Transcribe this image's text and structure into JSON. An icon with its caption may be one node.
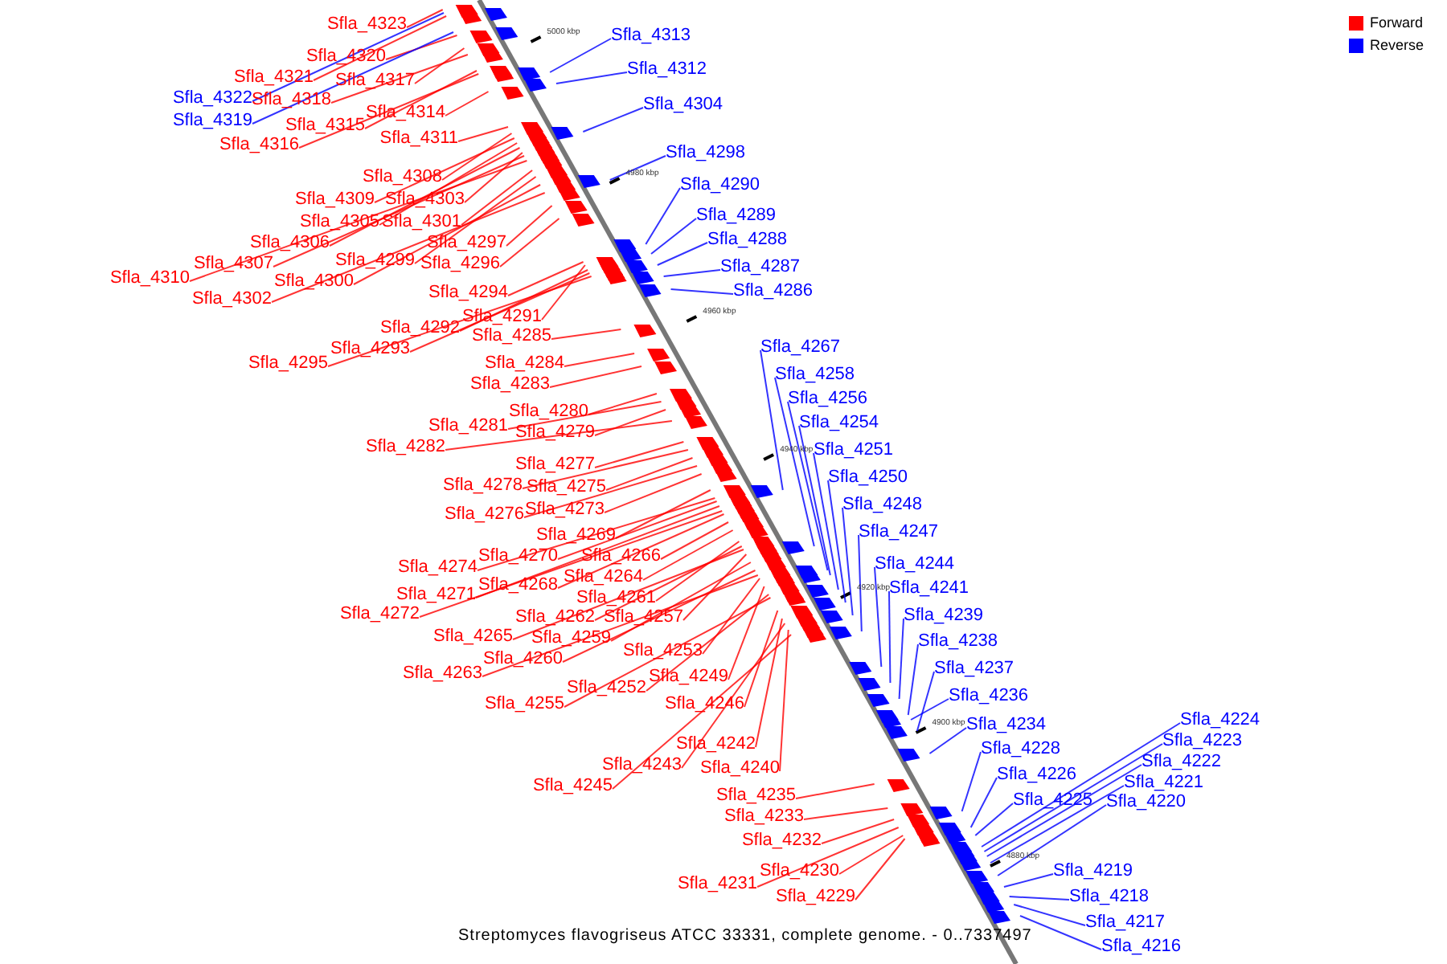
{
  "diagram": {
    "caption": "Streptomyces flavogriseus ATCC 33331, complete genome. - 0..7337497",
    "nodes": [
      {
        "text": [
          "Sfla_4323"
        ]
      },
      {
        "text": [
          "Sfla_4320"
        ]
      },
      {
        "text": [
          "Sfla_4321"
        ]
      },
      {
        "text": [
          "Sfla_4317"
        ]
      },
      {
        "text": [
          "Sfla_4318"
        ]
      },
      {
        "text": [
          "Sfla_4322"
        ]
      },
      {
        "text": [
          "Sfla_4319"
        ]
      },
      {
        "text": [
          "Sfla_4315"
        ]
      },
      {
        "text": [
          "Sfla_4314"
        ]
      },
      {
        "text": [
          "Sfla_4316"
        ]
      },
      {
        "text": [
          "Sfla_4311"
        ]
      },
      {
        "text": [
          "Sfla_4308"
        ]
      },
      {
        "text": [
          "Sfla_4309"
        ]
      },
      {
        "text": [
          "Sfla_4303"
        ]
      },
      {
        "text": [
          "Sfla_4305"
        ]
      },
      {
        "text": [
          "Sfla_4301"
        ]
      },
      {
        "text": [
          "Sfla_4306"
        ]
      },
      {
        "text": [
          "Sfla_4297"
        ]
      },
      {
        "text": [
          "Sfla_4307"
        ]
      },
      {
        "text": [
          "Sfla_4299"
        ]
      },
      {
        "text": [
          "Sfla_4296"
        ]
      },
      {
        "text": [
          "Sfla_4310"
        ]
      },
      {
        "text": [
          "Sfla_4300"
        ]
      },
      {
        "text": [
          "Sfla_4302"
        ]
      },
      {
        "text": [
          "Sfla_4294"
        ]
      },
      {
        "text": [
          "Sfla_4291"
        ]
      },
      {
        "text": [
          "Sfla_4292"
        ]
      },
      {
        "text": [
          "Sfla_4285"
        ]
      },
      {
        "text": [
          "Sfla_4293"
        ]
      },
      {
        "text": [
          "Sfla_4295"
        ]
      },
      {
        "text": [
          "Sfla_4284"
        ]
      },
      {
        "text": [
          "Sfla_4283"
        ]
      },
      {
        "text": [
          "Sfla_4280"
        ]
      },
      {
        "text": [
          "Sfla_4281"
        ]
      },
      {
        "text": [
          "Sfla_4279"
        ]
      },
      {
        "text": [
          "Sfla_4282"
        ]
      },
      {
        "text": [
          "Sfla_4277"
        ]
      },
      {
        "text": [
          "Sfla_4278"
        ]
      },
      {
        "text": [
          "Sfla_4275"
        ]
      },
      {
        "text": [
          "Sfla_4276"
        ]
      },
      {
        "text": [
          "Sfla_4273"
        ]
      },
      {
        "text": [
          "Sfla_4269"
        ]
      },
      {
        "text": [
          "Sfla_4274"
        ]
      },
      {
        "text": [
          "Sfla_4270"
        ]
      },
      {
        "text": [
          "Sfla_4266"
        ]
      },
      {
        "text": [
          "Sfla_4268"
        ]
      },
      {
        "text": [
          "Sfla_4264"
        ]
      },
      {
        "text": [
          "Sfla_4271"
        ]
      },
      {
        "text": [
          "Sfla_4261"
        ]
      },
      {
        "text": [
          "Sfla_4272"
        ]
      },
      {
        "text": [
          "Sfla_4262"
        ]
      },
      {
        "text": [
          "Sfla_4257"
        ]
      },
      {
        "text": [
          "Sfla_4265"
        ]
      },
      {
        "text": [
          "Sfla_4259"
        ]
      },
      {
        "text": [
          "Sfla_4253"
        ]
      },
      {
        "text": [
          "Sfla_4260"
        ]
      },
      {
        "text": [
          "Sfla_4263"
        ]
      },
      {
        "text": [
          "Sfla_4249"
        ]
      },
      {
        "text": [
          "Sfla_4252"
        ]
      },
      {
        "text": [
          "Sfla_4255"
        ]
      },
      {
        "text": [
          "Sfla_4246"
        ]
      },
      {
        "text": [
          "Sfla_4242"
        ]
      },
      {
        "text": [
          "Sfla_4243"
        ]
      },
      {
        "text": [
          "Sfla_4240"
        ]
      },
      {
        "text": [
          "Sfla_4245"
        ]
      },
      {
        "text": [
          "Sfla_4235"
        ]
      },
      {
        "text": [
          "Sfla_4233"
        ]
      },
      {
        "text": [
          "Sfla_4232"
        ]
      },
      {
        "text": [
          "Sfla_4230"
        ]
      },
      {
        "text": [
          "Sfla_4231"
        ]
      },
      {
        "text": [
          "Sfla_4229"
        ]
      },
      {
        "text": [
          "Sfla_4313"
        ]
      },
      {
        "text": [
          "Sfla_4312"
        ]
      },
      {
        "text": [
          "Sfla_4304"
        ]
      },
      {
        "text": [
          "Sfla_4298"
        ]
      },
      {
        "text": [
          "Sfla_4290"
        ]
      },
      {
        "text": [
          "Sfla_4289"
        ]
      },
      {
        "text": [
          "Sfla_4288"
        ]
      },
      {
        "text": [
          "Sfla_4287"
        ]
      },
      {
        "text": [
          "Sfla_4286"
        ]
      },
      {
        "text": [
          "Sfla_4267"
        ]
      },
      {
        "text": [
          "Sfla_4258"
        ]
      },
      {
        "text": [
          "Sfla_4256"
        ]
      },
      {
        "text": [
          "Sfla_4254"
        ]
      },
      {
        "text": [
          "Sfla_4251"
        ]
      },
      {
        "text": [
          "Sfla_4250"
        ]
      },
      {
        "text": [
          "Sfla_4248"
        ]
      },
      {
        "text": [
          "Sfla_4247"
        ]
      },
      {
        "text": [
          "Sfla_4244"
        ]
      },
      {
        "text": [
          "Sfla_4241"
        ]
      },
      {
        "text": [
          "Sfla_4239"
        ]
      },
      {
        "text": [
          "Sfla_4238"
        ]
      },
      {
        "text": [
          "Sfla_4237"
        ]
      },
      {
        "text": [
          "Sfla_4236"
        ]
      },
      {
        "text": [
          "Sfla_4234"
        ]
      },
      {
        "text": [
          "Sfla_4228"
        ]
      },
      {
        "text": [
          "Sfla_4226"
        ]
      },
      {
        "text": [
          "Sfla_4225"
        ]
      },
      {
        "text": [
          "Sfla_4224"
        ]
      },
      {
        "text": [
          "Sfla_4223"
        ]
      },
      {
        "text": [
          "Sfla_4222"
        ]
      },
      {
        "text": [
          "Sfla_4221"
        ]
      },
      {
        "text": [
          "Sfla_4220"
        ]
      },
      {
        "text": [
          "Sfla_4219"
        ]
      },
      {
        "text": [
          "Sfla_4218"
        ]
      },
      {
        "text": [
          "Sfla_4217"
        ]
      },
      {
        "text": [
          "Sfla_4216"
        ]
      }
    ],
    "edges": [
      {
        "from": 0,
        "to": null,
        "arrow": "none"
      },
      {
        "from": 1,
        "to": null,
        "arrow": "none"
      },
      {
        "from": 2,
        "to": null,
        "arrow": "none"
      },
      {
        "from": 3,
        "to": null,
        "arrow": "none"
      },
      {
        "from": 4,
        "to": null,
        "arrow": "none"
      },
      {
        "from": 5,
        "to": null,
        "arrow": "none",
        "color": "#0000ff"
      },
      {
        "from": 6,
        "to": null,
        "arrow": "none",
        "color": "#0000ff"
      },
      {
        "from": 7,
        "to": null,
        "arrow": "none"
      },
      {
        "from": 8,
        "to": null,
        "arrow": "none"
      },
      {
        "from": 9,
        "to": null,
        "arrow": "none"
      },
      {
        "from": 10,
        "to": null,
        "arrow": "none"
      },
      {
        "from": 11,
        "to": null,
        "arrow": "none"
      },
      {
        "from": 12,
        "to": null,
        "arrow": "none"
      },
      {
        "from": 13,
        "to": null,
        "arrow": "none"
      },
      {
        "from": 14,
        "to": null,
        "arrow": "none"
      },
      {
        "from": 15,
        "to": null,
        "arrow": "none"
      },
      {
        "from": 16,
        "to": null,
        "arrow": "none"
      },
      {
        "from": 17,
        "to": null,
        "arrow": "none"
      },
      {
        "from": 18,
        "to": null,
        "arrow": "none"
      },
      {
        "from": 19,
        "to": null,
        "arrow": "none"
      },
      {
        "from": 20,
        "to": null,
        "arrow": "none"
      },
      {
        "from": 21,
        "to": null,
        "arrow": "none"
      },
      {
        "from": 22,
        "to": null,
        "arrow": "none"
      },
      {
        "from": 23,
        "to": null,
        "arrow": "none"
      },
      {
        "from": 24,
        "to": null,
        "arrow": "none"
      },
      {
        "from": 25,
        "to": null,
        "arrow": "none"
      },
      {
        "from": 26,
        "to": null,
        "arrow": "none"
      },
      {
        "from": 27,
        "to": null,
        "arrow": "none"
      },
      {
        "from": 28,
        "to": null,
        "arrow": "none"
      },
      {
        "from": 29,
        "to": null,
        "arrow": "none"
      },
      {
        "from": 30,
        "to": null,
        "arrow": "none"
      },
      {
        "from": 31,
        "to": null,
        "arrow": "none"
      },
      {
        "from": 32,
        "to": null,
        "arrow": "none"
      },
      {
        "from": 33,
        "to": null,
        "arrow": "none"
      },
      {
        "from": 34,
        "to": null,
        "arrow": "none"
      },
      {
        "from": 35,
        "to": null,
        "arrow": "none"
      },
      {
        "from": 36,
        "to": null,
        "arrow": "none"
      },
      {
        "from": 37,
        "to": null,
        "arrow": "none"
      },
      {
        "from": 38,
        "to": null,
        "arrow": "none"
      },
      {
        "from": 39,
        "to": null,
        "arrow": "none"
      },
      {
        "from": 40,
        "to": null,
        "arrow": "none"
      },
      {
        "from": 41,
        "to": null,
        "arrow": "none"
      },
      {
        "from": 42,
        "to": null,
        "arrow": "none"
      },
      {
        "from": 43,
        "to": null,
        "arrow": "none"
      },
      {
        "from": 44,
        "to": null,
        "arrow": "none"
      },
      {
        "from": 45,
        "to": null,
        "arrow": "none"
      },
      {
        "from": 46,
        "to": null,
        "arrow": "none"
      },
      {
        "from": 47,
        "to": null,
        "arrow": "none"
      },
      {
        "from": 48,
        "to": null,
        "arrow": "none"
      },
      {
        "from": 49,
        "to": null,
        "arrow": "none"
      },
      {
        "from": 50,
        "to": null,
        "arrow": "none"
      },
      {
        "from": 51,
        "to": null,
        "arrow": "none"
      },
      {
        "from": 52,
        "to": null,
        "arrow": "none"
      },
      {
        "from": 53,
        "to": null,
        "arrow": "none"
      },
      {
        "from": 54,
        "to": null,
        "arrow": "none"
      },
      {
        "from": 55,
        "to": null,
        "arrow": "none"
      },
      {
        "from": 56,
        "to": null,
        "arrow": "none"
      },
      {
        "from": 57,
        "to": null,
        "arrow": "none"
      },
      {
        "from": 58,
        "to": null,
        "arrow": "none"
      },
      {
        "from": 59,
        "to": null,
        "arrow": "none"
      },
      {
        "from": 60,
        "to": null,
        "arrow": "none"
      },
      {
        "from": 61,
        "to": null,
        "arrow": "none"
      },
      {
        "from": 62,
        "to": null,
        "arrow": "none"
      },
      {
        "from": 63,
        "to": null,
        "arrow": "none"
      },
      {
        "from": 64,
        "to": null,
        "arrow": "none"
      },
      {
        "from": 65,
        "to": null,
        "arrow": "none"
      },
      {
        "from": 66,
        "to": null,
        "arrow": "none"
      },
      {
        "from": 67,
        "to": null,
        "arrow": "none"
      },
      {
        "from": 68,
        "to": null,
        "arrow": "none"
      },
      {
        "from": 69,
        "to": null,
        "arrow": "none"
      },
      {
        "from": 70,
        "to": null,
        "arrow": "none"
      },
      {
        "from": 71,
        "to": null,
        "arrow": "none",
        "color": "#0000ff"
      },
      {
        "from": 72,
        "to": null,
        "arrow": "none",
        "color": "#0000ff"
      },
      {
        "from": 73,
        "to": null,
        "arrow": "none",
        "color": "#0000ff"
      },
      {
        "from": 74,
        "to": null,
        "arrow": "none",
        "color": "#0000ff"
      },
      {
        "from": 75,
        "to": null,
        "arrow": "none",
        "color": "#0000ff"
      },
      {
        "from": 76,
        "to": null,
        "arrow": "none",
        "color": "#0000ff"
      },
      {
        "from": 77,
        "to": null,
        "arrow": "none",
        "color": "#0000ff"
      },
      {
        "from": 78,
        "to": null,
        "arrow": "none",
        "color": "#0000ff"
      },
      {
        "from": 79,
        "to": null,
        "arrow": "none",
        "color": "#0000ff"
      },
      {
        "from": 80,
        "to": null,
        "arrow": "none",
        "color": "#0000ff"
      },
      {
        "from": 81,
        "to": null,
        "arrow": "none",
        "color": "#0000ff"
      },
      {
        "from": 82,
        "to": null,
        "arrow": "none",
        "color": "#0000ff"
      },
      {
        "from": 83,
        "to": null,
        "arrow": "none",
        "color": "#0000ff"
      },
      {
        "from": 84,
        "to": null,
        "arrow": "none",
        "color": "#0000ff"
      },
      {
        "from": 85,
        "to": null,
        "arrow": "none",
        "color": "#0000ff"
      },
      {
        "from": 86,
        "to": null,
        "arrow": "none",
        "color": "#0000ff"
      },
      {
        "from": 87,
        "to": null,
        "arrow": "none",
        "color": "#0000ff"
      },
      {
        "from": 88,
        "to": null,
        "arrow": "none",
        "color": "#0000ff"
      },
      {
        "from": 89,
        "to": null,
        "arrow": "none",
        "color": "#0000ff"
      },
      {
        "from": 90,
        "to": null,
        "arrow": "none",
        "color": "#0000ff"
      },
      {
        "from": 91,
        "to": null,
        "arrow": "none",
        "color": "#0000ff"
      },
      {
        "from": 92,
        "to": null,
        "arrow": "none",
        "color": "#0000ff"
      },
      {
        "from": 93,
        "to": null,
        "arrow": "none",
        "color": "#0000ff"
      },
      {
        "from": 94,
        "to": null,
        "arrow": "none",
        "color": "#0000ff"
      },
      {
        "from": 95,
        "to": null,
        "arrow": "none",
        "color": "#0000ff"
      },
      {
        "from": 96,
        "to": null,
        "arrow": "none",
        "color": "#0000ff"
      },
      {
        "from": 97,
        "to": null,
        "arrow": "none",
        "color": "#0000ff"
      },
      {
        "from": 98,
        "to": null,
        "arrow": "none",
        "color": "#0000ff"
      },
      {
        "from": 99,
        "to": null,
        "arrow": "none",
        "color": "#0000ff"
      },
      {
        "from": 100,
        "to": null,
        "arrow": "none",
        "color": "#0000ff"
      },
      {
        "from": 101,
        "to": null,
        "arrow": "none",
        "color": "#0000ff"
      },
      {
        "from": 102,
        "to": null,
        "arrow": "none",
        "color": "#0000ff"
      },
      {
        "from": 103,
        "to": null,
        "arrow": "none",
        "color": "#0000ff"
      },
      {
        "from": 104,
        "to": null,
        "arrow": "none",
        "color": "#0000ff"
      },
      {
        "from": 105,
        "to": null,
        "arrow": "none",
        "color": "#0000ff"
      },
      {
        "from": 106,
        "to": null,
        "arrow": "none",
        "color": "#0000ff"
      }
    ],
    "labels": [
      "5000 kbp",
      "4980 kbp",
      "4960 kbp",
      "4940 kbp",
      "4920 kbp",
      "4900 kbp",
      "4880 kbp"
    ],
    "legend": [
      {
        "text": "Forward",
        "color": "#ff0000"
      },
      {
        "text": "Reverse",
        "color": "#0000ff"
      }
    ]
  }
}
